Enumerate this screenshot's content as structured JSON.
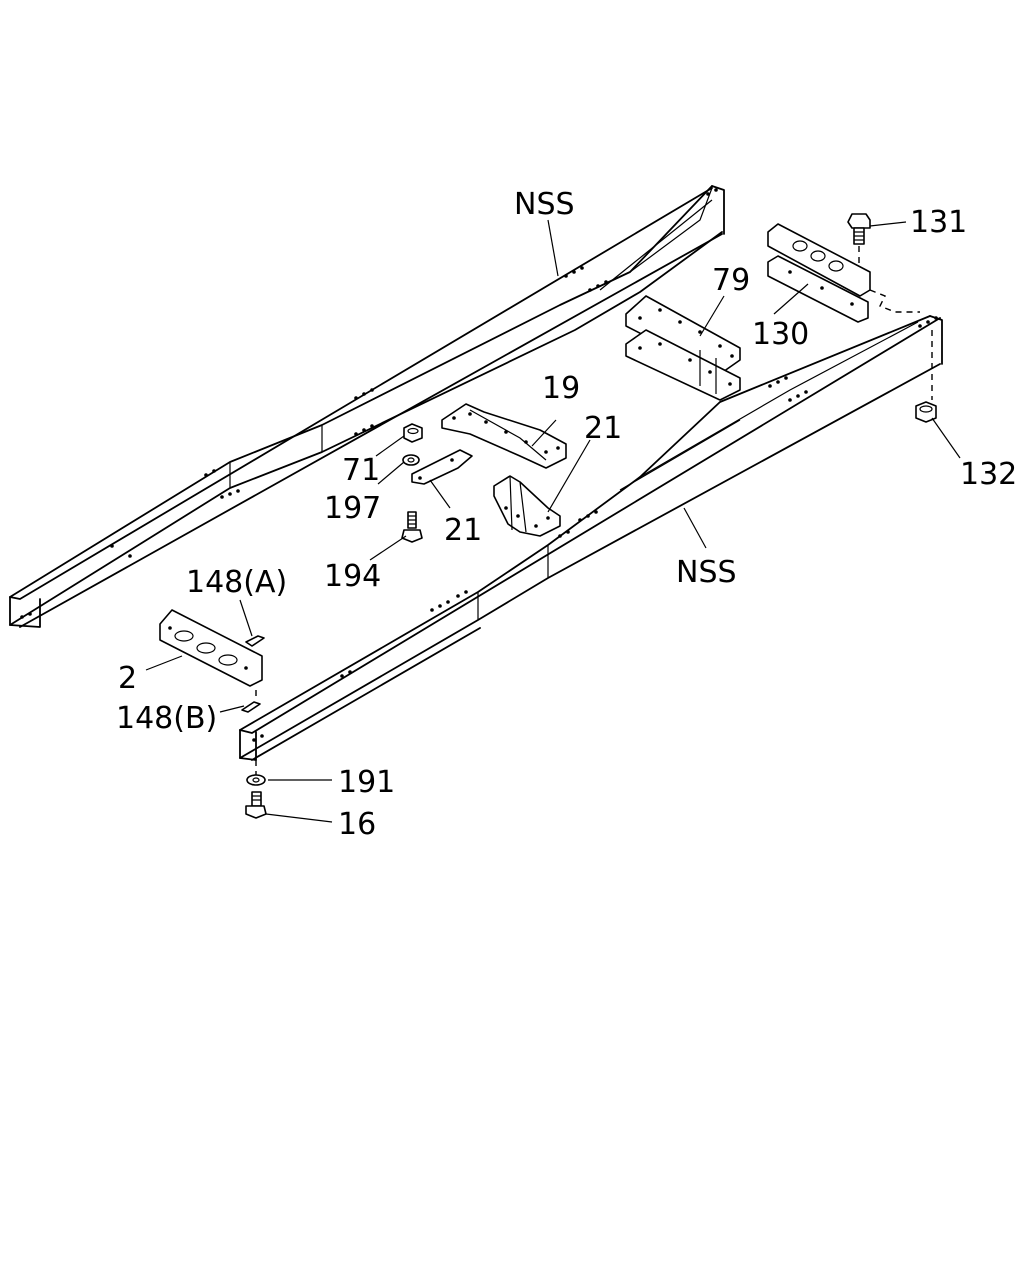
{
  "diagram": {
    "labels": {
      "nss_upper": "NSS",
      "nss_lower": "NSS",
      "p131": "131",
      "p79": "79",
      "p130": "130",
      "p132": "132",
      "p19": "19",
      "p21_right": "21",
      "p21_left": "21",
      "p71": "71",
      "p197": "197",
      "p194": "194",
      "p148a": "148(A)",
      "p2": "2",
      "p148b": "148(B)",
      "p191": "191",
      "p16": "16"
    }
  }
}
